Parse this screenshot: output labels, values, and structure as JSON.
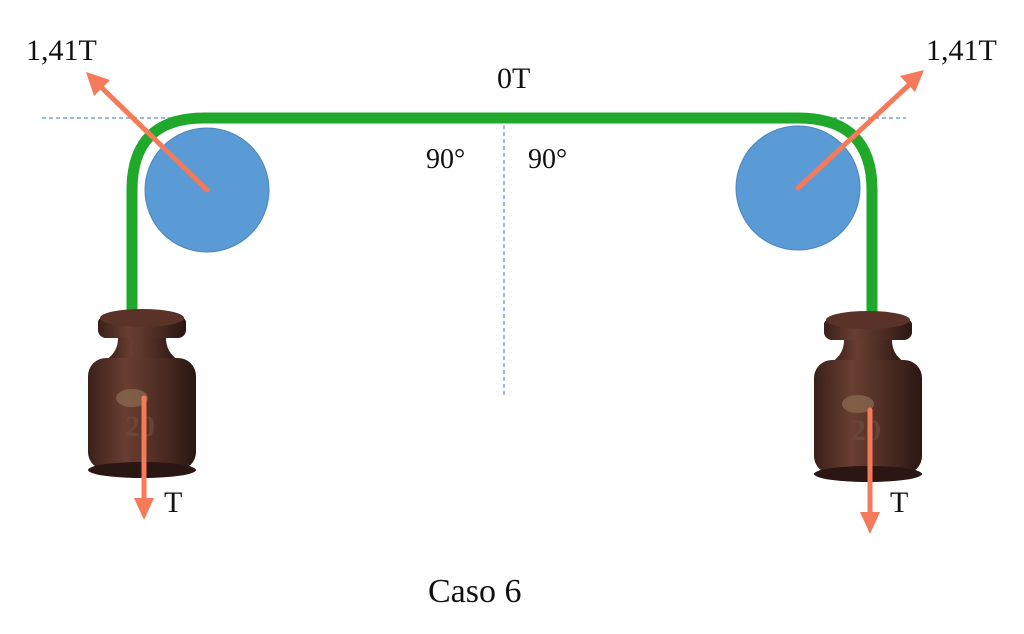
{
  "caption": "Caso 6",
  "labels": {
    "tension_left_diag": "1,41T",
    "tension_right_diag": "1,41T",
    "tension_top": "0T",
    "angle_left": "90°",
    "angle_right": "90°",
    "tension_left_weight": "T",
    "tension_right_weight": "T"
  },
  "weights": {
    "left_mark": "20",
    "right_mark": "20"
  },
  "colors": {
    "rope": "#1fa82a",
    "pulley": "#5b9bd5",
    "arrow": "#f47a5a",
    "guide": "#5b8fd6",
    "weight": "#4a2a22"
  }
}
